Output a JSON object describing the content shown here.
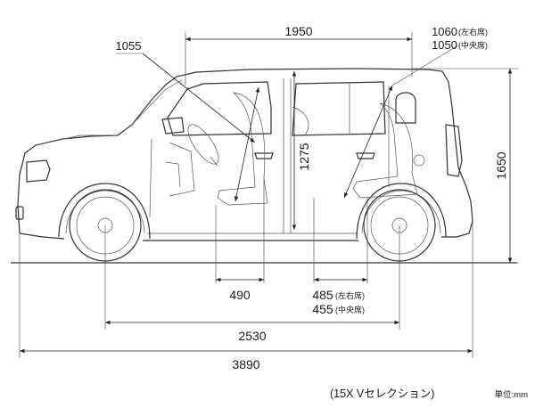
{
  "title": "",
  "dimensions": {
    "overall_length": "3890",
    "wheelbase": "2530",
    "roof_length": "1950",
    "overall_height": "1650",
    "interior_height": "1275",
    "front_overhang_note": "1055",
    "rear_seat_headroom_outer": "1060",
    "rear_seat_headroom_outer_label": "(左右席)",
    "rear_seat_headroom_center": "1050",
    "rear_seat_headroom_center_label": "(中央席)",
    "front_seat_legroom": "490",
    "rear_seat_legroom_outer": "485",
    "rear_seat_legroom_outer_label": "(左右席)",
    "rear_seat_legroom_center": "455",
    "rear_seat_legroom_center_label": "(中央席)"
  },
  "caption": "(15X Vセレクション)",
  "unit": "単位:mm"
}
